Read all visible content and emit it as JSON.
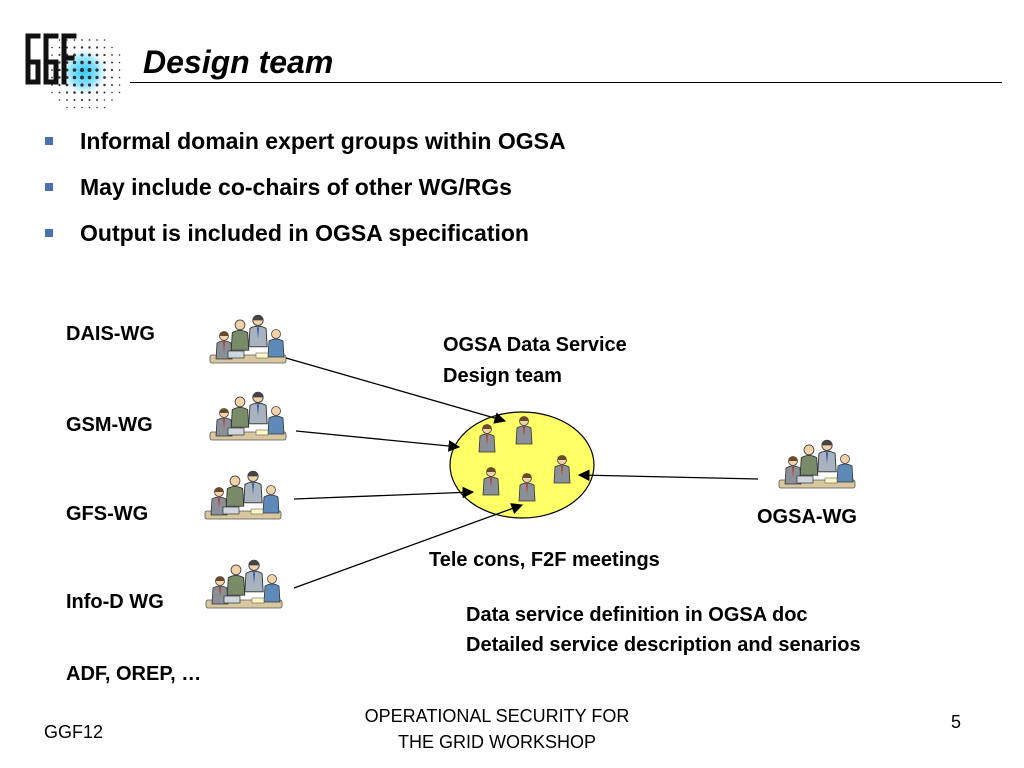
{
  "title": "Design team",
  "bullets": [
    "Informal domain expert groups within OGSA",
    "May include co-chairs of other WG/RGs",
    "Output is included in OGSA specification"
  ],
  "groups": [
    "DAIS-WG",
    "GSM-WG",
    "GFS-WG",
    "Info-D WG"
  ],
  "more_groups": "ADF, OREP, …",
  "team_label": [
    "OGSA Data Service",
    "Design team"
  ],
  "ogsa_wg_label": "OGSA-WG",
  "meetings_label": "Tele cons, F2F meetings",
  "outputs": [
    "Data service definition in OGSA doc",
    "Detailed service description and senarios"
  ],
  "footer": {
    "left": "GGF12",
    "center_line1": "OPERATIONAL SECURITY FOR",
    "center_line2": "THE GRID WORKSHOP",
    "page_number": "5"
  },
  "colors": {
    "bullet": "#4a6fb5",
    "team_ellipse": "#ffff66",
    "logo_dots": "#33ccff"
  },
  "icons": {
    "logo": "ggf-logo",
    "group": "people-group-clipart",
    "team_member": "person-clipart"
  }
}
